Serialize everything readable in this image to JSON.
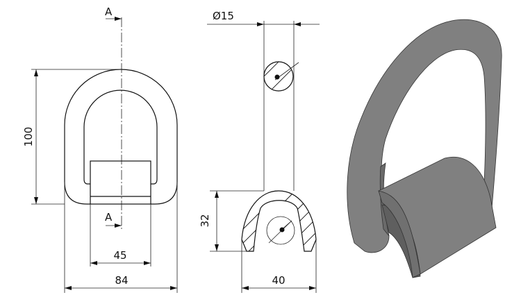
{
  "front_view": {
    "section_label_top": "A",
    "section_label_bottom": "A",
    "dim_height": "100",
    "dim_block_width": "45",
    "dim_total_width": "84"
  },
  "section_view": {
    "dim_diameter": "Ø15",
    "dim_height": "32",
    "dim_width": "40"
  },
  "iso_view": {
    "fill_color": "#808080",
    "shade_color": "#5f5f5f"
  }
}
